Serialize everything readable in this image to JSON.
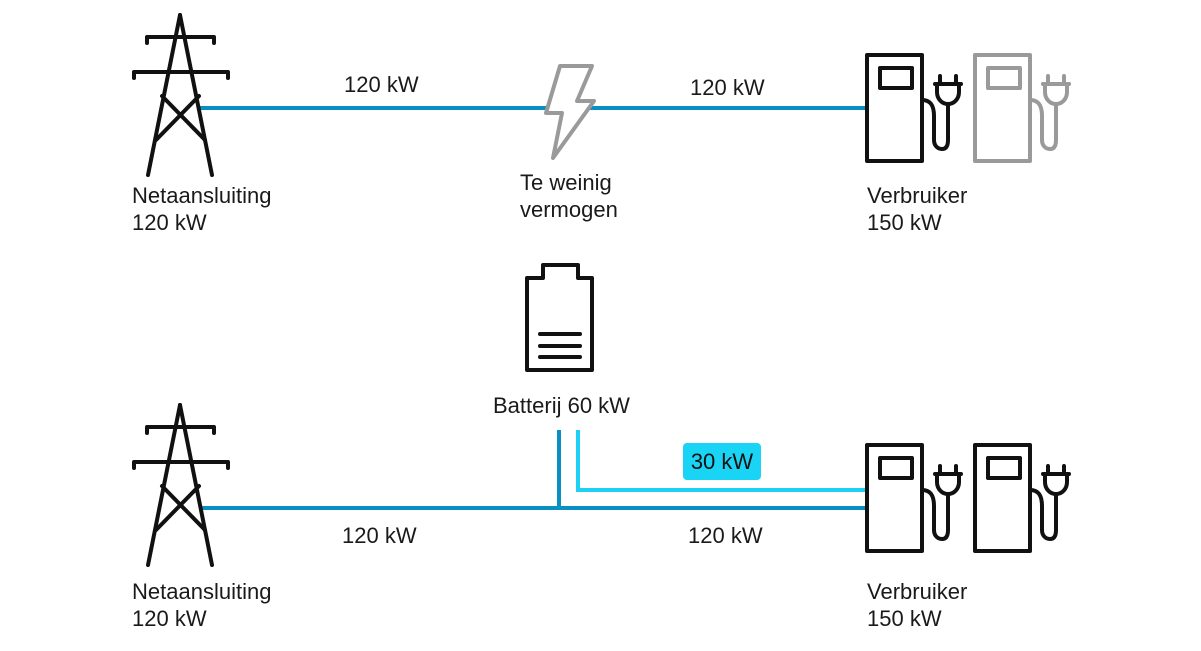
{
  "colors": {
    "grid_line": "#0a8fc2",
    "battery_line": "#1fd0f5",
    "badge_bg": "#1ad4f5",
    "icon_active": "#111111",
    "icon_inactive": "#9a9a9a"
  },
  "top_scenario": {
    "grid": {
      "name": "Netaansluiting",
      "power": "120 kW",
      "icon": "power-pylon-icon"
    },
    "line_left_label": "120 kW",
    "warning": {
      "line1": "Te weinig",
      "line2": "vermogen",
      "icon": "lightning-bolt-icon"
    },
    "line_right_label": "120 kW",
    "consumer": {
      "name": "Verbruiker",
      "power": "150 kW",
      "icons": [
        "ev-charger-icon",
        "ev-charger-icon-inactive"
      ]
    }
  },
  "bottom_scenario": {
    "battery": {
      "label": "Batterij 60 kW",
      "icon": "battery-icon"
    },
    "grid": {
      "name": "Netaansluiting",
      "power": "120 kW",
      "icon": "power-pylon-icon"
    },
    "line_left_label": "120 kW",
    "line_right_label": "120 kW",
    "battery_flow_label": "30 kW",
    "consumer": {
      "name": "Verbruiker",
      "power": "150 kW",
      "icons": [
        "ev-charger-icon",
        "ev-charger-icon"
      ]
    }
  }
}
